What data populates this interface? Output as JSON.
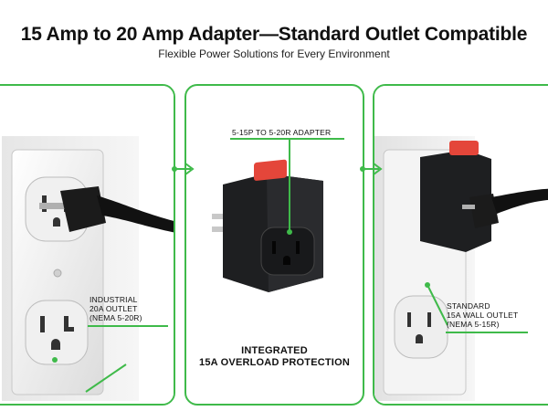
{
  "header": {
    "title": "15 Amp to 20 Amp Adapter—Standard Outlet Compatible",
    "subtitle": "Flexible Power Solutions for Every Environment"
  },
  "panels": {
    "industrial": {
      "label_lines": [
        "INDUSTRIAL",
        "20A OUTLET",
        "(NEMA 5-20R)"
      ]
    },
    "adapter": {
      "label": "5-15P TO 5-20R ADAPTER",
      "caption_lines": [
        "INTEGRATED",
        "15A OVERLOAD PROTECTION"
      ]
    },
    "standard": {
      "label_lines": [
        "STANDARD",
        "15A WALL OUTLET",
        "(NEMA 5-15R)"
      ]
    }
  },
  "colors": {
    "accent": "#3fba4a",
    "adapter_body": "#1e1f21",
    "switch": "#e4463a",
    "wall_plate": "#f2f2f2"
  },
  "icons": [
    "arrow-right-icon",
    "arrow-right-icon"
  ]
}
